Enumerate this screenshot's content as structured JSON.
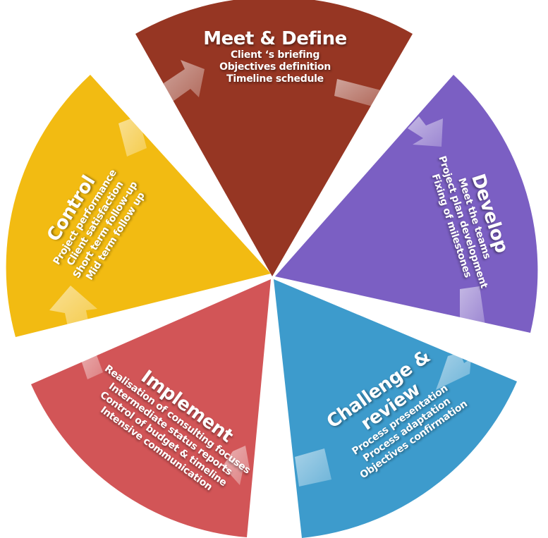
{
  "diagram": {
    "type": "cycle-wheel",
    "segments": [
      {
        "id": "meet-define",
        "title": "Meet & Define",
        "items": [
          "Client ‘s briefing",
          "Objectives definition",
          "Timeline schedule"
        ],
        "color": "#963623"
      },
      {
        "id": "develop",
        "title": "Develop",
        "items": [
          "Meet the teams",
          "Project plan development",
          "Fixing of milestones"
        ],
        "color": "#7b5fc3"
      },
      {
        "id": "challenge-review",
        "title_lines": [
          "Challenge &",
          "review"
        ],
        "items": [
          "Process presentation",
          "Process adaptation",
          "Objectives confirmation"
        ],
        "color": "#3d9bcc"
      },
      {
        "id": "implement",
        "title": "Implement",
        "items": [
          "Realisation of consulting focuses",
          "Intermediate status reports",
          "Control of budget & timeline",
          "Intensive communication"
        ],
        "color": "#d25557"
      },
      {
        "id": "control",
        "title": "Control",
        "items": [
          "Project performance",
          "Client satisfaction",
          "Short term follow-up",
          "Mid term follow up"
        ],
        "color": "#f2bb12"
      }
    ]
  }
}
